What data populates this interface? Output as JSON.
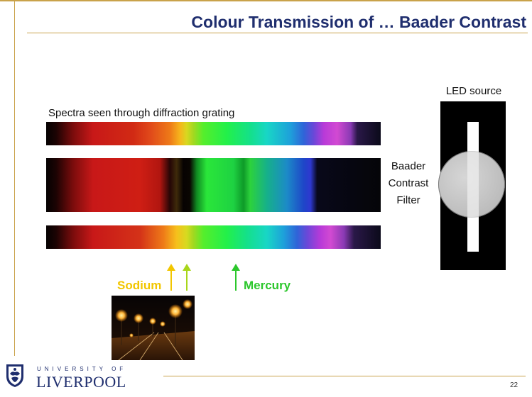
{
  "slide": {
    "title": "Colour Transmission of … Baader Contrast",
    "page_number": "22"
  },
  "spectra": {
    "caption": "Spectra seen through diffraction grating"
  },
  "filter": {
    "label_line1": "Baader",
    "label_line2": "Contrast",
    "label_line3": "Filter"
  },
  "led": {
    "label": "LED source"
  },
  "lines": {
    "sodium": "Sodium",
    "mercury": "Mercury"
  },
  "footer": {
    "university_small": "UNIVERSITY OF",
    "university_big": "LIVERPOOL"
  },
  "colors": {
    "title": "#1f2e6e",
    "rule": "#c9a24a",
    "sodium": "#f2c600",
    "mercury": "#2cc72c"
  }
}
